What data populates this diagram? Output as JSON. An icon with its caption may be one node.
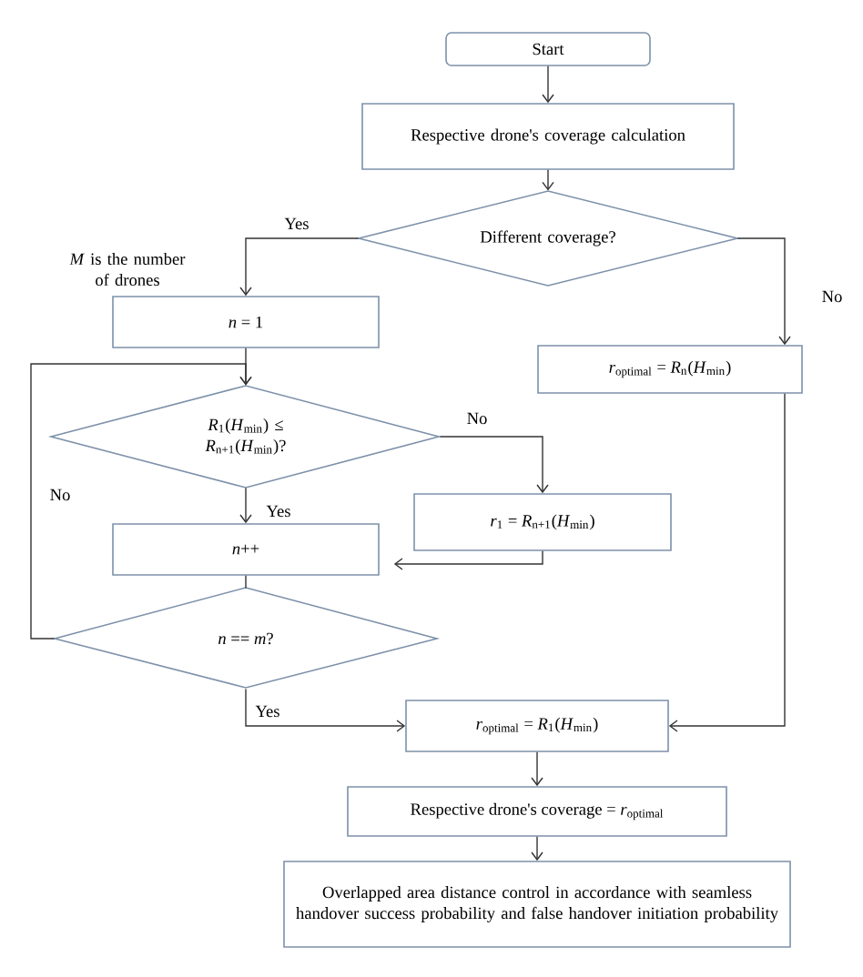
{
  "diagram": {
    "nodes": [
      {
        "text": [
          "Start"
        ]
      },
      {
        "text": [
          "Respective drone's coverage calculation"
        ]
      },
      {
        "text": [
          "Different coverage?"
        ]
      },
      {
        "text": [
          "*n* = 1"
        ]
      },
      {
        "text": [
          "*r*$_{optimal}$ = *R*$_{n}$(*H*$_{min}$)"
        ]
      },
      {
        "text": [
          "*R*$_{1}$(*H*$_{min}$) ≤ *R*$_{n+1}$(*H*$_{min}$)?"
        ]
      },
      {
        "text": [
          "*r*$_{1}$ = *R*$_{n+1}$(*H*$_{min}$)"
        ]
      },
      {
        "text": [
          "*n*++"
        ]
      },
      {
        "text": [
          "*n* == *m*?"
        ]
      },
      {
        "text": [
          "*r*$_{optimal}$ = *R*$_{1}$(*H*$_{min}$)"
        ]
      },
      {
        "text": [
          "Respective drone's coverage = *r*$_{optimal}$"
        ]
      },
      {
        "text": [
          "Overlapped area distance control in accordance with seamless handover success probability and false handover initiation probability"
        ]
      }
    ],
    "edges": [
      {
        "from": 0,
        "to": 1,
        "arrow": "to"
      },
      {
        "from": 1,
        "to": 2,
        "arrow": "to"
      },
      {
        "from": 2,
        "to": 3,
        "arrow": "to",
        "label": "Yes"
      },
      {
        "from": 2,
        "to": 4,
        "arrow": "to",
        "label": "No"
      },
      {
        "from": 3,
        "to": 5,
        "arrow": "to"
      },
      {
        "from": 5,
        "to": 7,
        "arrow": "to",
        "label": "Yes"
      },
      {
        "from": 5,
        "to": 6,
        "arrow": "to",
        "label": "No"
      },
      {
        "from": 6,
        "to": 7,
        "arrow": "to"
      },
      {
        "from": 7,
        "to": 8,
        "arrow": "none"
      },
      {
        "from": 8,
        "to": 5,
        "arrow": "to",
        "label": "No"
      },
      {
        "from": 8,
        "to": 9,
        "arrow": "to",
        "label": "Yes"
      },
      {
        "from": 4,
        "to": 9,
        "arrow": "to"
      },
      {
        "from": 9,
        "to": 10,
        "arrow": "to"
      },
      {
        "from": 10,
        "to": 11,
        "arrow": "to"
      }
    ],
    "labels": [
      "*M* is the number of drones"
    ]
  }
}
